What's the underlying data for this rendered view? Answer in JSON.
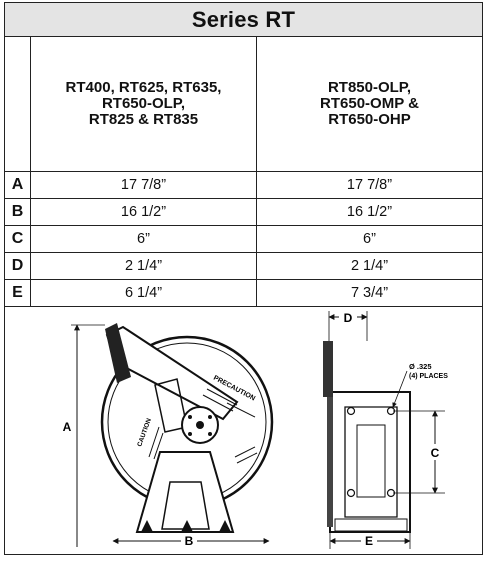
{
  "title": "Series RT",
  "col1_header": [
    "RT400, RT625, RT635,",
    "RT650-OLP,",
    "RT825 & RT835"
  ],
  "col2_header": [
    "RT850-OLP,",
    "RT650-OMP &",
    "RT650-OHP"
  ],
  "rows": [
    {
      "letter": "A",
      "col1": "17 7/8”",
      "col2": "17 7/8”"
    },
    {
      "letter": "B",
      "col1": "16 1/2”",
      "col2": "16 1/2”"
    },
    {
      "letter": "C",
      "col1": "6”",
      "col2": "6”"
    },
    {
      "letter": "D",
      "col1": "2 1/4”",
      "col2": "2 1/4”"
    },
    {
      "letter": "E",
      "col1": "6 1/4”",
      "col2": "7 3/4”"
    }
  ],
  "figure": {
    "dim_a": "A",
    "dim_b": "B",
    "dim_c": "C",
    "dim_d": "D",
    "dim_e": "E",
    "hole_note_1": "Ø .325",
    "hole_note_2": "(4) PLACES",
    "arm_label": "PRECAUTION",
    "side_label": "CAUTION"
  }
}
